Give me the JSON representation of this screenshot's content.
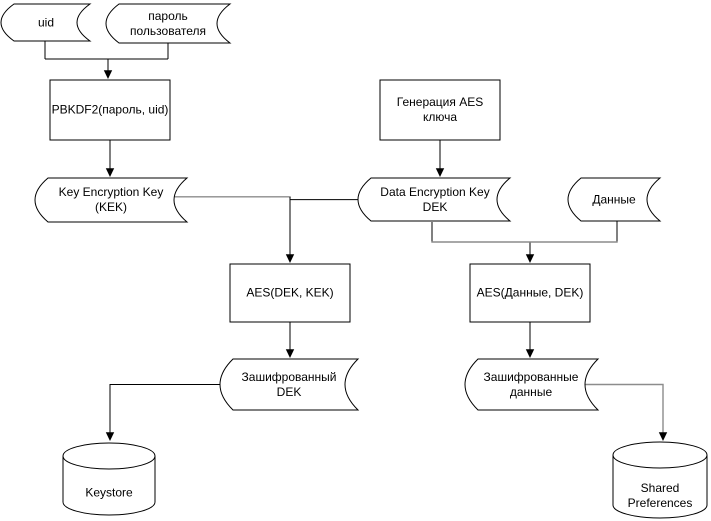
{
  "diagram": {
    "title": "DEK/KEK encryption flow",
    "background_color": "#ffffff",
    "node_fill": "#ffffff",
    "node_stroke": "#000000",
    "connector_color": "#000000",
    "connector_gray_color": "#8c8c8c",
    "nodes": {
      "uid": {
        "label": "uid",
        "shape": "stored-data"
      },
      "user_password": {
        "label": "пароль\nпользователя",
        "shape": "stored-data"
      },
      "pbkdf2": {
        "label": "PBKDF2(пароль, uid)",
        "shape": "process"
      },
      "kek": {
        "label": "Key Encryption Key\n(KEK)",
        "shape": "stored-data"
      },
      "aes_key_generation": {
        "label": "Генерация AES\nключа",
        "shape": "process"
      },
      "dek": {
        "label": "Data Encryption Key\nDEK",
        "shape": "stored-data"
      },
      "data": {
        "label": "Данные",
        "shape": "stored-data"
      },
      "aes_dek_kek": {
        "label": "AES(DEK, KEK)",
        "shape": "process"
      },
      "aes_data_dek": {
        "label": "AES(Данные, DEK)",
        "shape": "process"
      },
      "encrypted_dek": {
        "label": "Зашифрованный\nDEK",
        "shape": "stored-data"
      },
      "encrypted_data": {
        "label": "Зашифрованные\nданные",
        "shape": "stored-data"
      },
      "keystore": {
        "label": "Keystore",
        "shape": "database"
      },
      "shared_preferences": {
        "label": "Shared\nPreferences",
        "shape": "database"
      }
    }
  }
}
